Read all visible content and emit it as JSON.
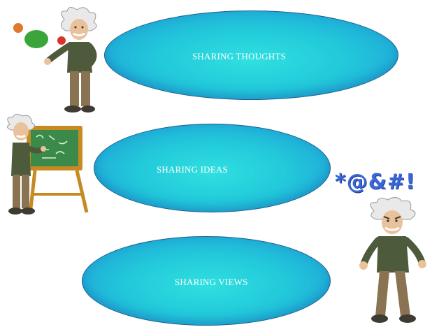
{
  "slide": {
    "items": [
      {
        "label": "SHARING THOUGHTS"
      },
      {
        "label": "SHARING IDEAS"
      },
      {
        "label": "SHARING VIEWS"
      }
    ]
  },
  "clipart": {
    "juggler": {
      "icon": "einstein-juggling-icon"
    },
    "teacher": {
      "icon": "einstein-chalkboard-icon"
    },
    "angry": {
      "icon": "einstein-angry-icon"
    },
    "symbols": {
      "icon": "grawlix-symbols-icon",
      "text": "*@&#!"
    }
  },
  "colors": {
    "ellipse_fill": "#22c9da",
    "ellipse_border": "#1f5f8a",
    "label_text": "#ffffff",
    "symbols": "#3b67d6"
  }
}
